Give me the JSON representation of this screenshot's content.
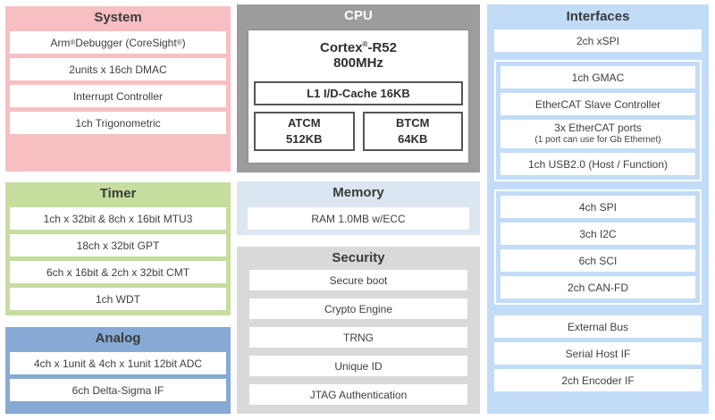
{
  "colors": {
    "system_bg": "#f8bfc3",
    "timer_bg": "#c6dd9e",
    "analog_bg": "#87a9d5",
    "cpu_bg": "#9c9c9c",
    "memory_bg": "#dce6f2",
    "security_bg": "#d9d9d9",
    "interfaces_bg": "#c2dcf8",
    "box_bg": "#ffffff",
    "text": "#3f3f3f",
    "cpu_header_text": "#ffffff",
    "inner_border": "#555555"
  },
  "blocks": {
    "system": {
      "title": "System",
      "items": [
        "Arm® Debugger (CoreSight®)",
        "2units x 16ch DMAC",
        "Interrupt Controller",
        "1ch Trigonometric"
      ]
    },
    "timer": {
      "title": "Timer",
      "items": [
        "1ch x 32bit & 8ch x 16bit MTU3",
        "18ch x 32bit GPT",
        "6ch x 16bit & 2ch x 32bit CMT",
        "1ch WDT"
      ]
    },
    "analog": {
      "title": "Analog",
      "items": [
        "4ch x 1unit & 4ch x 1unit 12bit ADC",
        "6ch Delta-Sigma IF"
      ]
    },
    "cpu": {
      "title": "CPU",
      "core_name": "Cortex®-R52",
      "core_clock": "800MHz",
      "cache_label": "L1 I/D-Cache 16KB",
      "tcm": [
        {
          "name": "ATCM",
          "size": "512KB"
        },
        {
          "name": "BTCM",
          "size": "64KB"
        }
      ]
    },
    "memory": {
      "title": "Memory",
      "items": [
        "RAM 1.0MB w/ECC"
      ]
    },
    "security": {
      "title": "Security",
      "items": [
        "Secure boot",
        "Crypto Engine",
        "TRNG",
        "Unique ID",
        "JTAG Authentication"
      ]
    },
    "interfaces": {
      "title": "Interfaces",
      "top_items": [
        "2ch xSPI"
      ],
      "group1": [
        {
          "label": "1ch GMAC"
        },
        {
          "label": "EtherCAT Slave Controller"
        },
        {
          "label": "3x EtherCAT ports",
          "sub": "(1 port can use for Gb Ethernet)"
        },
        {
          "label": "1ch USB2.0 (Host / Function)"
        }
      ],
      "group2": [
        {
          "label": "4ch SPI"
        },
        {
          "label": "3ch I2C"
        },
        {
          "label": "6ch SCI"
        },
        {
          "label": "2ch CAN-FD"
        }
      ],
      "bottom_items": [
        "External Bus",
        "Serial Host IF",
        "2ch Encoder IF"
      ]
    }
  }
}
